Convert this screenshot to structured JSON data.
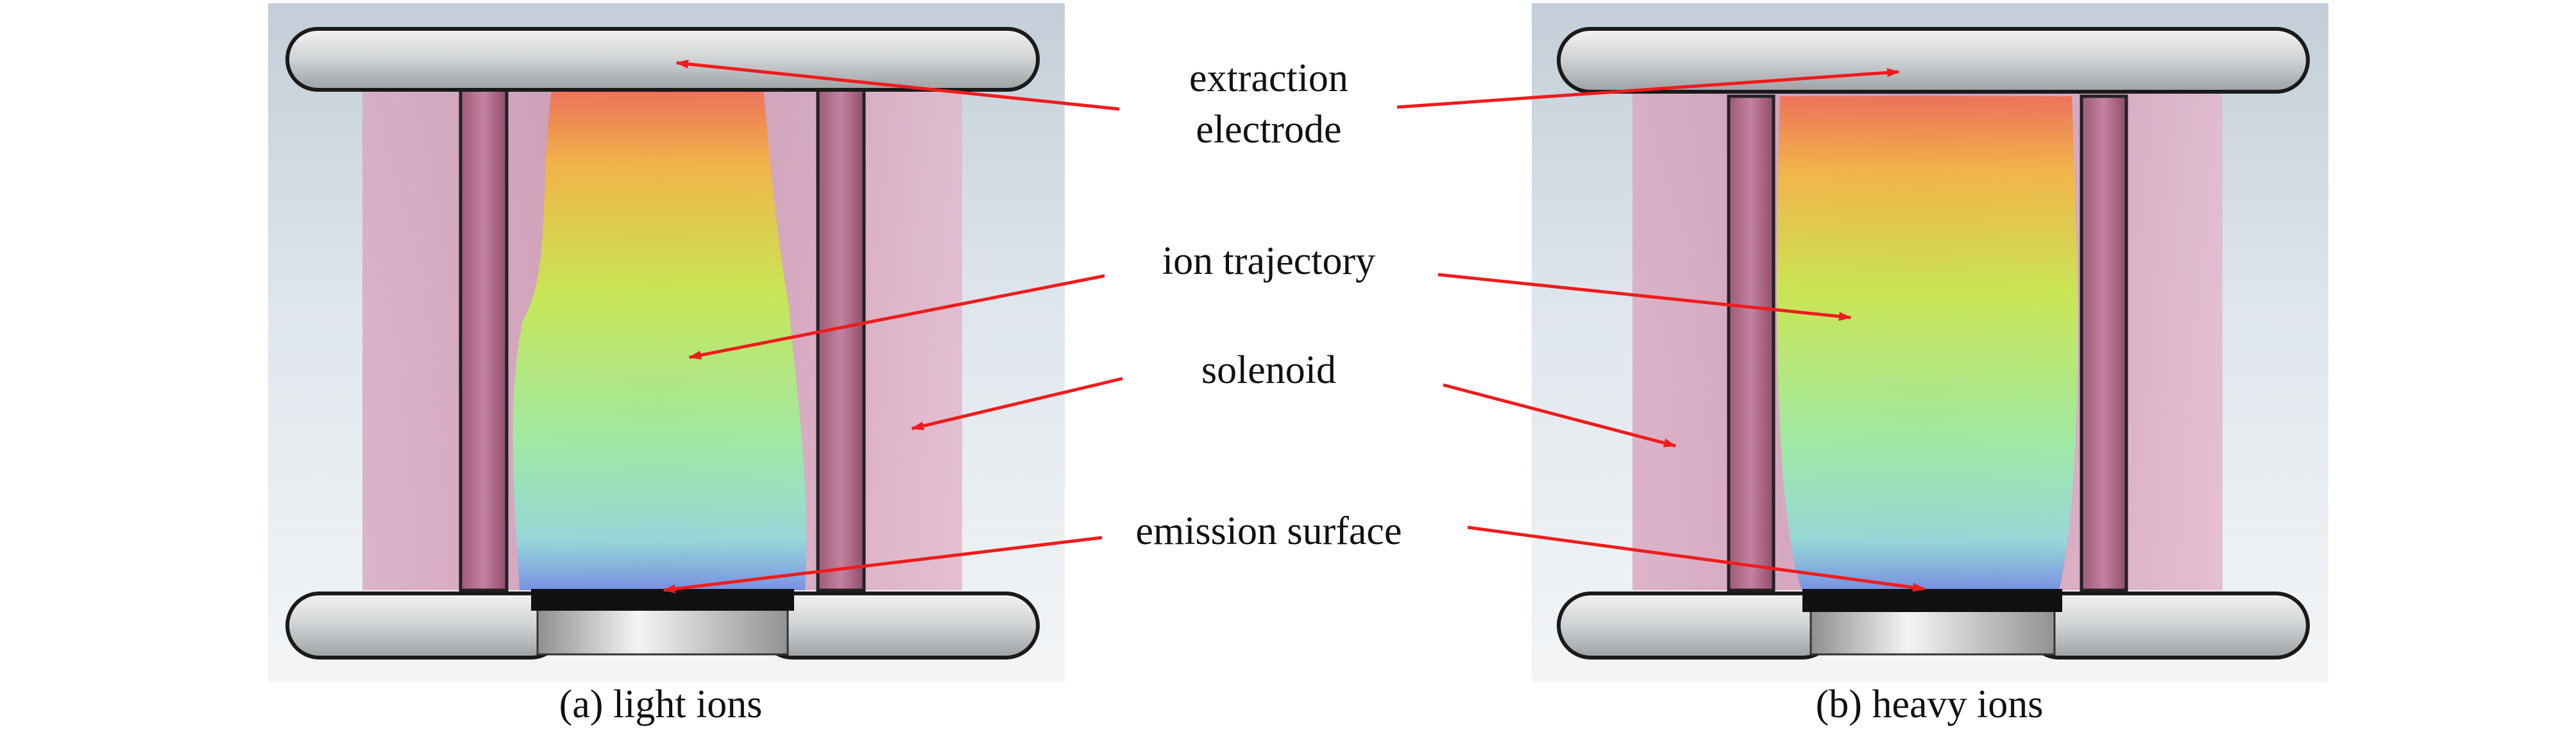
{
  "figure": {
    "labels": {
      "extraction_line1": "extraction",
      "extraction_line2": "electrode",
      "ion_trajectory": "ion trajectory",
      "solenoid": "solenoid",
      "emission_surface": "emission surface"
    },
    "panels": [
      {
        "caption": "(a) light ions"
      },
      {
        "caption": "(b) heavy ions"
      }
    ],
    "colors": {
      "arrow": "#ee1c1c",
      "panel_bg_top": "#c7d2dc",
      "panel_bg_bottom": "#eef2f5",
      "solenoid_pink": "#d79ab6",
      "solenoid_wall": "#a8637f",
      "electrode": "#c9ccce",
      "emitter": "#111111"
    }
  }
}
